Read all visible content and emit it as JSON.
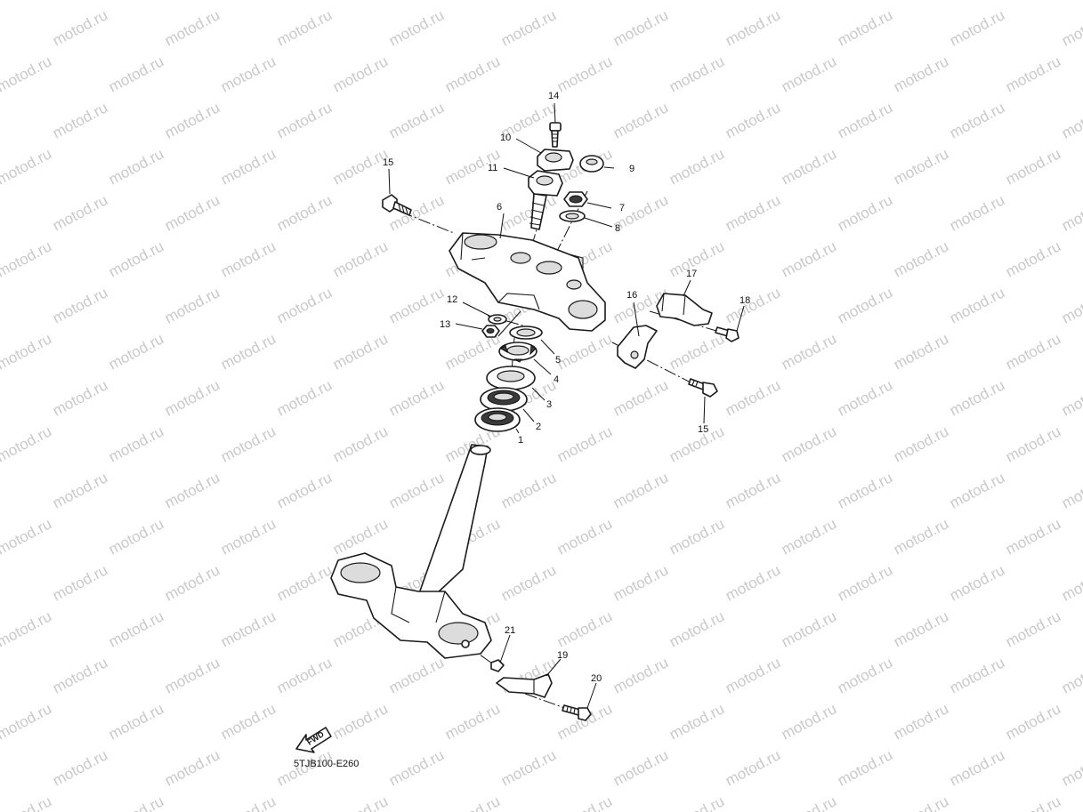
{
  "watermark": {
    "text": "motod.ru"
  },
  "diagram_code": "5TJB100-E260",
  "direction_arrow": {
    "label": "FWD"
  },
  "callouts": [
    {
      "id": "c1",
      "label": "1"
    },
    {
      "id": "c2",
      "label": "2"
    },
    {
      "id": "c3",
      "label": "3"
    },
    {
      "id": "c4",
      "label": "4"
    },
    {
      "id": "c5",
      "label": "5"
    },
    {
      "id": "c6",
      "label": "6"
    },
    {
      "id": "c7",
      "label": "7"
    },
    {
      "id": "c8",
      "label": "8"
    },
    {
      "id": "c9",
      "label": "9"
    },
    {
      "id": "c10",
      "label": "10"
    },
    {
      "id": "c11",
      "label": "11"
    },
    {
      "id": "c12",
      "label": "12"
    },
    {
      "id": "c13",
      "label": "13"
    },
    {
      "id": "c14",
      "label": "14"
    },
    {
      "id": "c15a",
      "label": "15"
    },
    {
      "id": "c15b",
      "label": "15"
    },
    {
      "id": "c16",
      "label": "16"
    },
    {
      "id": "c17",
      "label": "17"
    },
    {
      "id": "c18",
      "label": "18"
    },
    {
      "id": "c19",
      "label": "19"
    },
    {
      "id": "c20",
      "label": "20"
    },
    {
      "id": "c21",
      "label": "21"
    }
  ]
}
